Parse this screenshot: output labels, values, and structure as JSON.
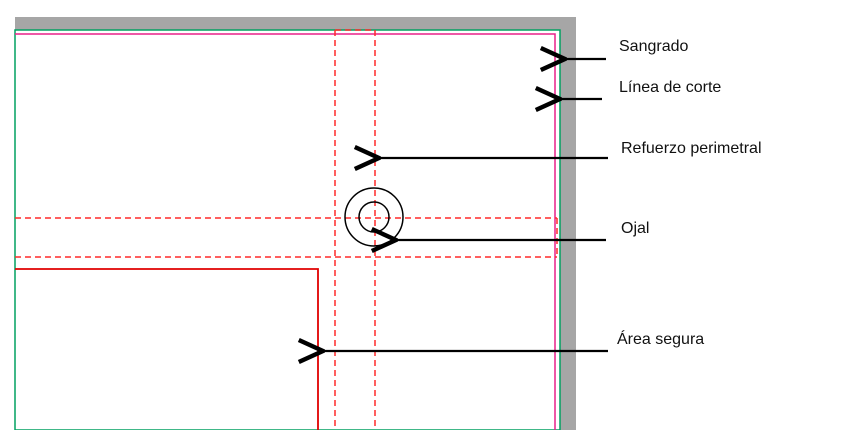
{
  "labels": {
    "bleed": "Sangrado",
    "cut_line": "Línea de corte",
    "perimeter_reinforcement": "Refuerzo perimetral",
    "grommet": "Ojal",
    "safe_area": "Área segura"
  },
  "colors": {
    "bleed": "#a6a6a6",
    "bleed_edge": "#00a060",
    "cut_line": "#e8208a",
    "reinforcement": "#ff2a2a",
    "safe_area": "#e00000",
    "arrow": "#000000"
  }
}
